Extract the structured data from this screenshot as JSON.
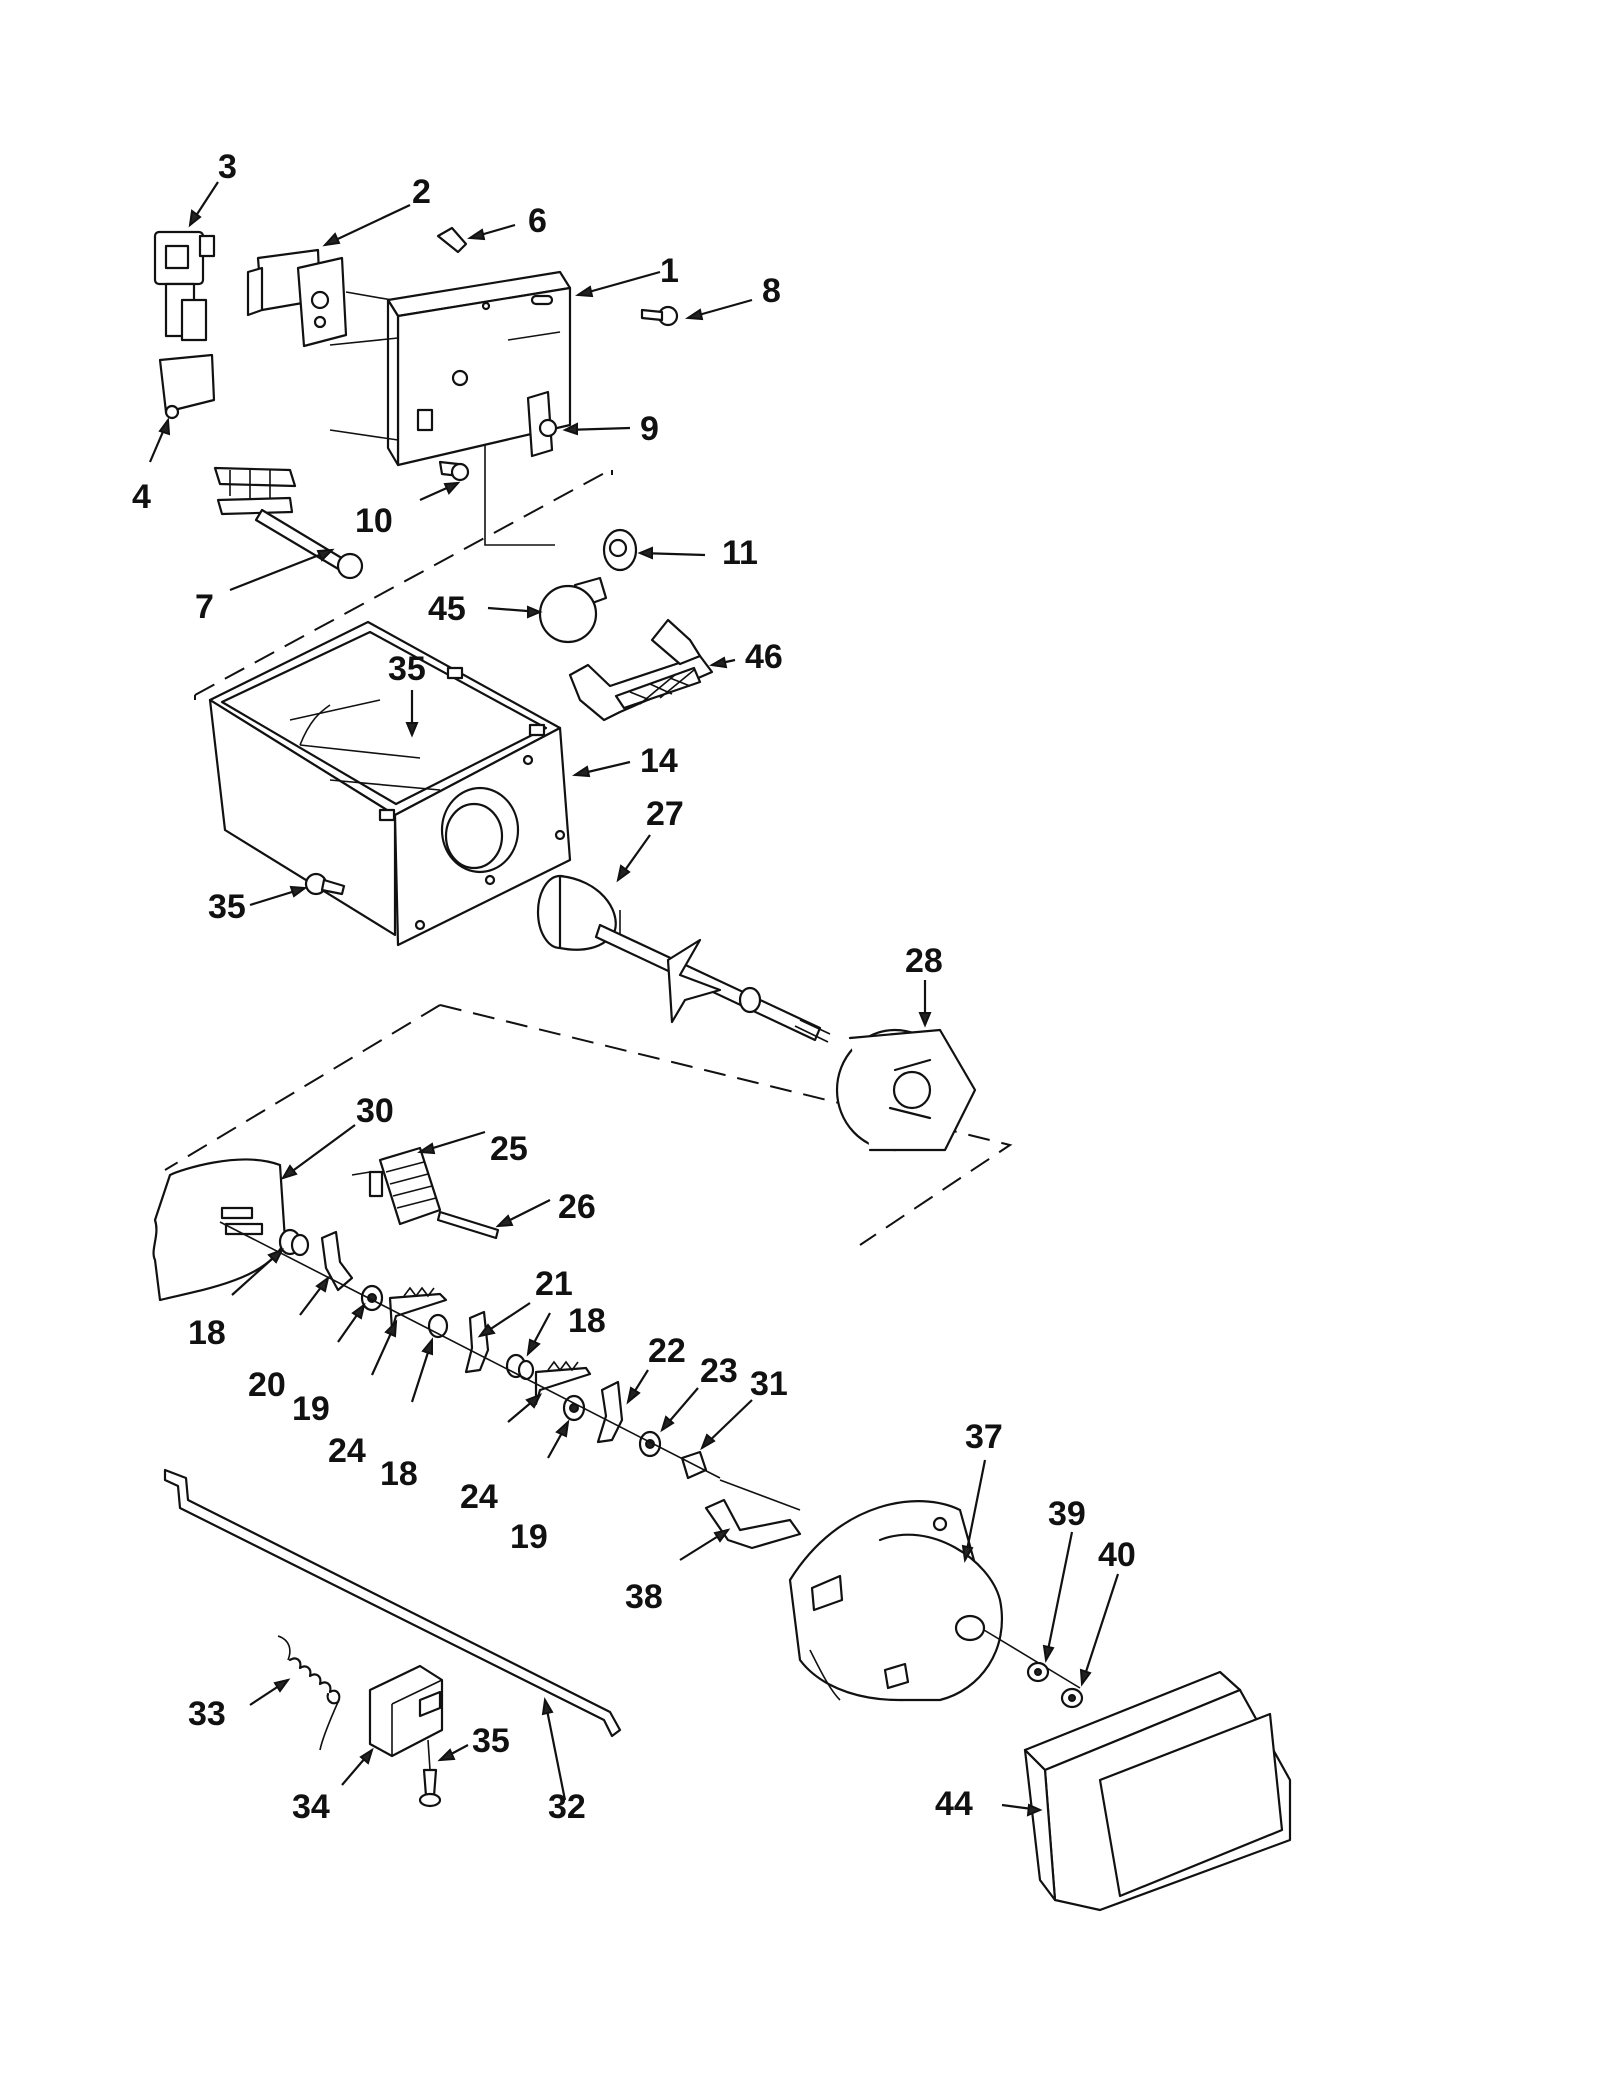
{
  "callouts": [
    {
      "id": "c3",
      "text": "3"
    },
    {
      "id": "c2",
      "text": "2"
    },
    {
      "id": "c6",
      "text": "6"
    },
    {
      "id": "c1",
      "text": "1"
    },
    {
      "id": "c8",
      "text": "8"
    },
    {
      "id": "c9",
      "text": "9"
    },
    {
      "id": "c4",
      "text": "4"
    },
    {
      "id": "c10",
      "text": "10"
    },
    {
      "id": "c11",
      "text": "11"
    },
    {
      "id": "c7",
      "text": "7"
    },
    {
      "id": "c45",
      "text": "45"
    },
    {
      "id": "c46",
      "text": "46"
    },
    {
      "id": "c35a",
      "text": "35"
    },
    {
      "id": "c14",
      "text": "14"
    },
    {
      "id": "c27",
      "text": "27"
    },
    {
      "id": "c35b",
      "text": "35"
    },
    {
      "id": "c28",
      "text": "28"
    },
    {
      "id": "c30",
      "text": "30"
    },
    {
      "id": "c25",
      "text": "25"
    },
    {
      "id": "c26",
      "text": "26"
    },
    {
      "id": "c21",
      "text": "21"
    },
    {
      "id": "c18a",
      "text": "18"
    },
    {
      "id": "c18b",
      "text": "18"
    },
    {
      "id": "c20",
      "text": "20"
    },
    {
      "id": "c19a",
      "text": "19"
    },
    {
      "id": "c24a",
      "text": "24"
    },
    {
      "id": "c18c",
      "text": "18"
    },
    {
      "id": "c22",
      "text": "22"
    },
    {
      "id": "c23",
      "text": "23"
    },
    {
      "id": "c31",
      "text": "31"
    },
    {
      "id": "c24b",
      "text": "24"
    },
    {
      "id": "c19b",
      "text": "19"
    },
    {
      "id": "c37",
      "text": "37"
    },
    {
      "id": "c39",
      "text": "39"
    },
    {
      "id": "c40",
      "text": "40"
    },
    {
      "id": "c38",
      "text": "38"
    },
    {
      "id": "c33",
      "text": "33"
    },
    {
      "id": "c35c",
      "text": "35"
    },
    {
      "id": "c34",
      "text": "34"
    },
    {
      "id": "c32",
      "text": "32"
    },
    {
      "id": "c44",
      "text": "44"
    }
  ]
}
